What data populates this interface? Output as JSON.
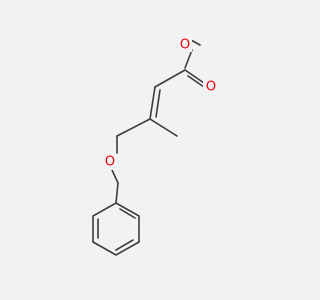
{
  "molecule": {
    "atoms": [
      {
        "id": "ester_o_top",
        "symbol": "O"
      },
      {
        "id": "carbonyl_o",
        "symbol": "O"
      },
      {
        "id": "ether_o",
        "symbol": "O"
      }
    ],
    "colors": {
      "oxygen": "#e8000b",
      "bond": "#3c3c3c",
      "background": "#f2f2f2"
    }
  }
}
